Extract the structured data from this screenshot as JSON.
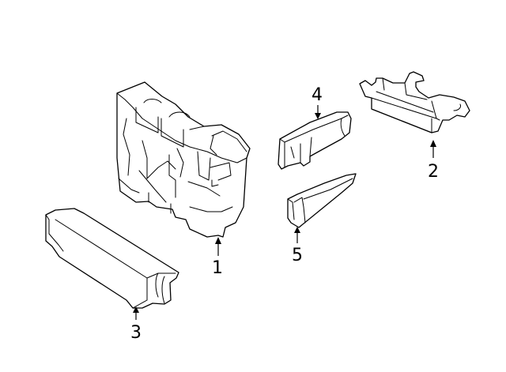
{
  "diagram": {
    "callouts": [
      {
        "id": "part-1",
        "label": "1"
      },
      {
        "id": "part-2",
        "label": "2"
      },
      {
        "id": "part-3",
        "label": "3"
      },
      {
        "id": "part-4",
        "label": "4"
      },
      {
        "id": "part-5",
        "label": "5"
      }
    ]
  }
}
